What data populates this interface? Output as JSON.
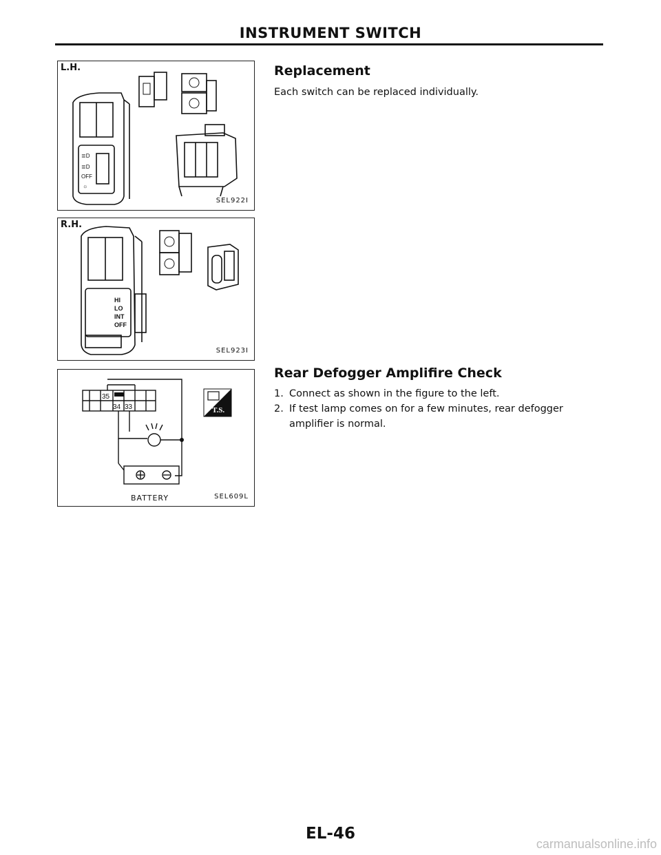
{
  "header": {
    "title": "INSTRUMENT SWITCH"
  },
  "figures": {
    "lh": {
      "label": "L.H.",
      "code": "SEL922I"
    },
    "rh": {
      "label": "R.H.",
      "code": "SEL923I",
      "switch_labels": [
        "HI",
        "LO",
        "INT",
        "OFF"
      ]
    },
    "circuit": {
      "code": "SEL609L",
      "terminals": [
        "35",
        "34",
        "33"
      ],
      "battery_label": "BATTERY",
      "ts_badge": "T.S."
    }
  },
  "replacement": {
    "title": "Replacement",
    "text": "Each switch can be replaced individually."
  },
  "defogger_check": {
    "title": "Rear Defogger Amplifire Check",
    "steps": [
      {
        "num": "1.",
        "text": "Connect as shown in the figure to the left."
      },
      {
        "num": "2.",
        "text": "If test lamp comes on for a few minutes, rear defogger amplifier is normal."
      }
    ]
  },
  "footer": {
    "page_number": "EL-46",
    "watermark": "carmanualsonline.info"
  }
}
